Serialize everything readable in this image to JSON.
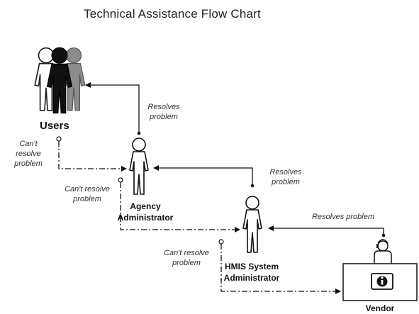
{
  "title": "Technical Assistance Flow Chart",
  "nodes": {
    "users": "Users",
    "agency_admin_line1": "Agency",
    "agency_admin_line2": "Administrator",
    "hmis_admin_line1": "HMIS System",
    "hmis_admin_line2": "Administrator",
    "vendor": "Vendor"
  },
  "edges": {
    "agency_resolves_line1": "Resolves",
    "agency_resolves_line2": "problem",
    "users_cant_line1": "Can't",
    "users_cant_line2": "resolve",
    "users_cant_line3": "problem",
    "hmis_resolves_line1": "Resolves",
    "hmis_resolves_line2": "problem",
    "agency_cant_line1": "Can't resolve",
    "agency_cant_line2": "problem",
    "vendor_resolves": "Resolves problem",
    "hmis_cant_line1": "Can't resolve",
    "hmis_cant_line2": "problem"
  },
  "icons": {
    "users_group": "users-group-icon",
    "person": "person-icon",
    "vendor_terminal": "vendor-support-terminal-icon",
    "info": "info-icon"
  }
}
